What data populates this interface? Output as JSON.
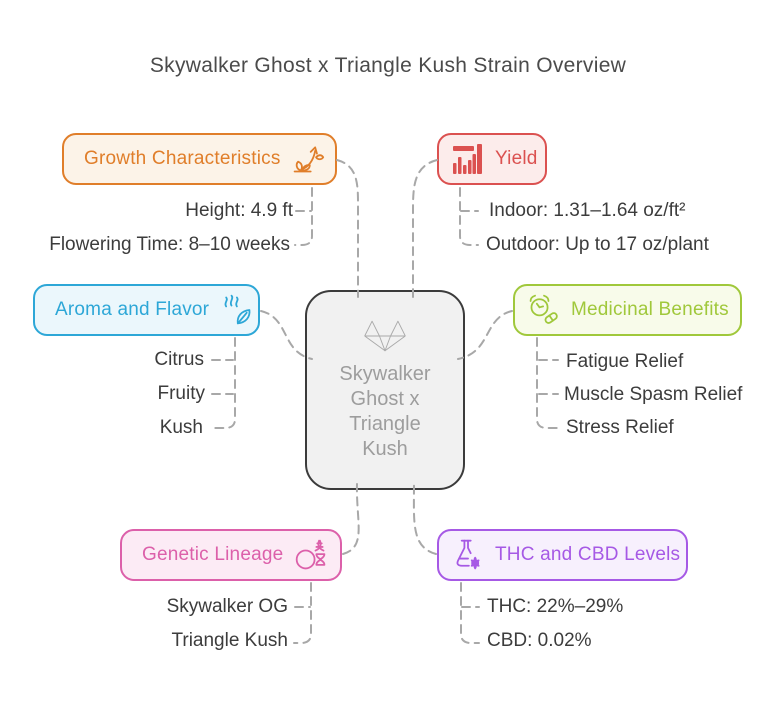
{
  "title": "Skywalker Ghost x Triangle Kush Strain Overview",
  "center": {
    "icon": "fox-logo-icon",
    "lines": [
      "Skywalker",
      "Ghost x",
      "Triangle",
      "Kush"
    ]
  },
  "branches": [
    {
      "label": "Growth Characteristics",
      "icon": "sprout-growth-arrow-icon",
      "color": "#E07E2A",
      "bg": "#FCF3E8",
      "children": [
        "Height: 4.9 ft",
        "Flowering Time: 8–10 weeks"
      ]
    },
    {
      "label": "Yield",
      "icon": "bar-chart-icon",
      "color": "#DB5150",
      "bg": "#FCECEB",
      "children": [
        "Indoor: 1.31–1.64 oz/ft²",
        "Outdoor: Up to 17 oz/plant"
      ]
    },
    {
      "label": "Aroma and Flavor",
      "icon": "leaf-aroma-icon",
      "color": "#2DA7D7",
      "bg": "#EBF7FC",
      "children": [
        "Citrus",
        "Fruity",
        "Kush"
      ]
    },
    {
      "label": "Medicinal Benefits",
      "icon": "clock-pill-icon",
      "color": "#A0C83B",
      "bg": "#F8FBEA",
      "children": [
        "Fatigue Relief",
        "Muscle Spasm Relief",
        "Stress Relief"
      ]
    },
    {
      "label": "Genetic Lineage",
      "icon": "dna-lens-icon",
      "color": "#DC60AA",
      "bg": "#FCEBF5",
      "children": [
        "Skywalker OG",
        "Triangle Kush"
      ]
    },
    {
      "label": "THC and CBD Levels",
      "icon": "flask-cannabis-icon",
      "color": "#A659E5",
      "bg": "#F7F0FD",
      "children": [
        "THC: 22%–29%",
        "CBD: 0.02%"
      ]
    }
  ],
  "colors": {
    "connector": "#A8A8A8",
    "title": "#4B4B4B",
    "text": "#3C3C3C",
    "center-border": "#3B3B3B",
    "center-bg": "#F1F1F1",
    "center-text": "#9D9D9D",
    "center-icon": "#A9A9A9",
    "page-bg": "#FFFFFF"
  }
}
